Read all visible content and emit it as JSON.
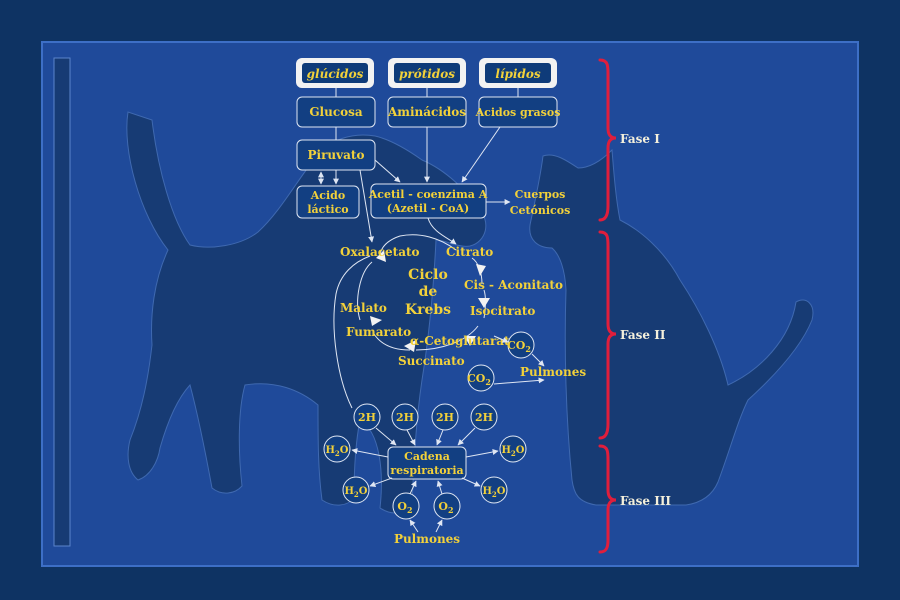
{
  "colors": {
    "page_bg": "#0e3363",
    "panel_bg": "#1f4a9a",
    "silhouette": "#173b74",
    "label": "#f2d13a",
    "line": "#dfe6f3",
    "brace": "#e01e3c",
    "phase_text": "#f4f0dc"
  },
  "categories": {
    "glucids": "glúcidos",
    "protids": "prótidos",
    "lipids": "lípidos"
  },
  "phase1": {
    "glucosa": "Glucosa",
    "aminoacidos": "Aminácidos",
    "acidos_grasos": "Acidos grasos",
    "piruvato": "Piruvato",
    "acido_1": "Acido",
    "acido_2": "láctico",
    "acetil_1": "Acetil - coenzima A",
    "acetil_2": "(Azetil - CoA)",
    "cuerpos_1": "Cuerpos",
    "cuerpos_2": "Cetónicos"
  },
  "krebs": {
    "title_1": "Ciclo",
    "title_2": "de",
    "title_3": "Krebs",
    "oxalacetato": "Oxalacetato",
    "citrato": "Citrato",
    "cis_aconitato": "Cis - Aconitato",
    "isocitrato": "Isocitrato",
    "cetoglutarato": "α-Cetoglutarato",
    "succinato": "Succinato",
    "fumarato": "Fumarato",
    "malato": "Malato",
    "co2": "CO",
    "co2_sub": "2",
    "pulmones": "Pulmones"
  },
  "phase3": {
    "h2": "2H",
    "cadena_1": "Cadena",
    "cadena_2": "respiratoria",
    "h2o_h": "H",
    "h2o_sub": "2",
    "h2o_o": "O",
    "o2_o": "O",
    "o2_sub": "2",
    "pulmones": "Pulmones"
  },
  "phases": {
    "fase1": "Fase I",
    "fase2": "Fase II",
    "fase3": "Fase III"
  }
}
